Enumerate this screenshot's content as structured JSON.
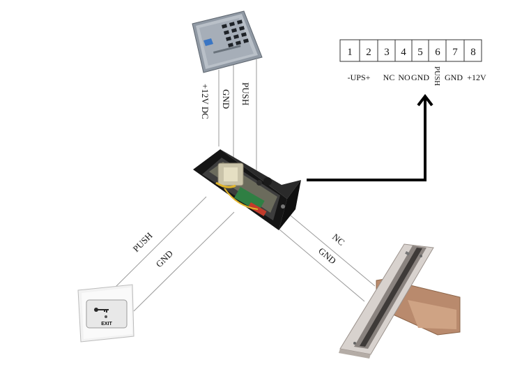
{
  "keypad_wires": [
    "+12V DC",
    "GND",
    "PUSH"
  ],
  "exit_wires": [
    "PUSH",
    "GND"
  ],
  "lock_wires": [
    "NC",
    "GND"
  ],
  "terminal_block": {
    "pins": [
      "1",
      "2",
      "3",
      "4",
      "5",
      "6",
      "7",
      "8"
    ],
    "signals": [
      "-UPS+",
      "NC",
      "NO",
      "GND",
      "PUSH",
      "GND",
      "+12V"
    ]
  },
  "exit_button": {
    "label": "EXIT"
  },
  "colors": {
    "wire": "#9a9a9a",
    "arrow": "#000000",
    "controller": "#111111",
    "keypad": "#a9b1bb",
    "lock": "#d9d3cf",
    "armature": "#c79a7a"
  }
}
